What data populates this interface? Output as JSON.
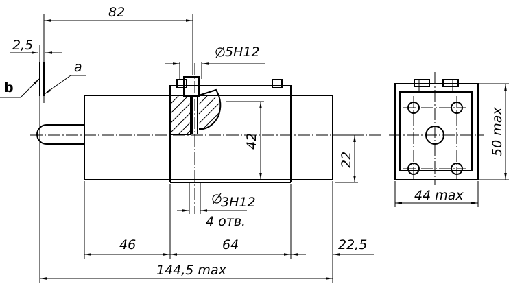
{
  "dimensions": {
    "width_82": "82",
    "offset_2_5": "2,5",
    "label_a": "a",
    "label_b": "b",
    "hole_top": "5H12",
    "height_42": "42",
    "height_22": "22",
    "hole_bottom": "3H12",
    "holes_count": "4 отв.",
    "len_46": "46",
    "len_64": "64",
    "len_22_5": "22,5",
    "total_len": "144,5 max",
    "side_width": "44 max",
    "side_height": "50 max"
  },
  "icons": {
    "diameter_symbol": "diameter-symbol-icon"
  }
}
